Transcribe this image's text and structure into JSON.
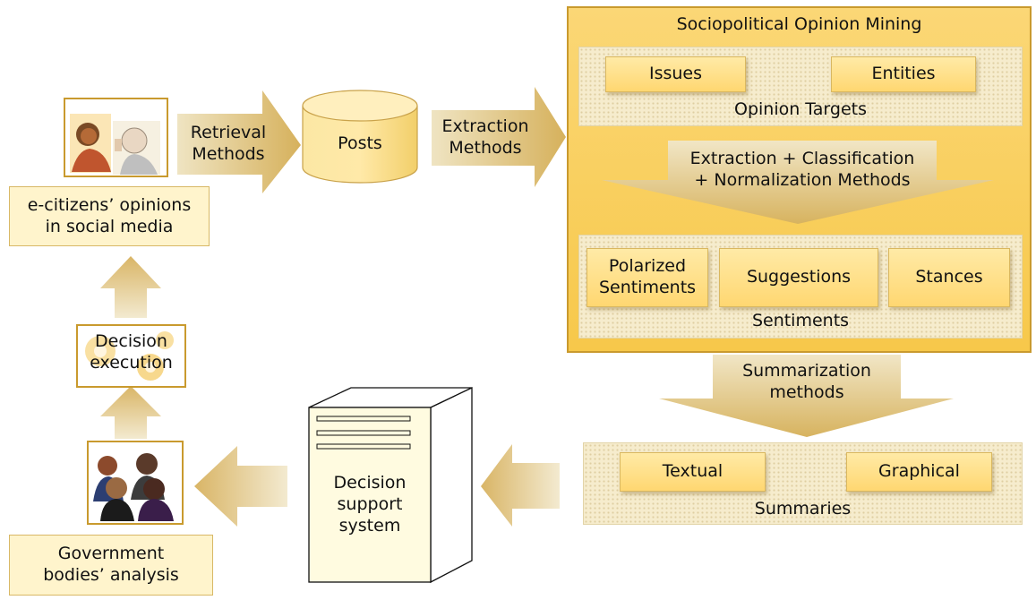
{
  "left": {
    "citizens_label": "e-citizens’ opinions\nin social media",
    "decision_label": "Decision\nexecution",
    "government_label": "Government\nbodies’ analysis"
  },
  "flow": {
    "retrieval_label": "Retrieval\nMethods",
    "posts_label": "Posts",
    "extraction_label": "Extraction\nMethods",
    "summarization_label": "Summarization\nmethods",
    "dss_label": "Decision\nsupport system"
  },
  "mining": {
    "title": "Sociopolitical  Opinion Mining",
    "targets": {
      "label": "Opinion Targets",
      "items": [
        "Issues",
        "Entities"
      ]
    },
    "process_label": "Extraction + Classification\n+ Normalization Methods",
    "sentiments": {
      "label": "Sentiments",
      "items": [
        "Polarized\nSentiments",
        "Suggestions",
        "Stances"
      ]
    }
  },
  "summaries": {
    "label": "Summaries",
    "items": [
      "Textual",
      "Graphical"
    ]
  },
  "colors": {
    "accent": "#f5c542",
    "box_fill": "#fff4cc",
    "panel_fill": "#f6eccd",
    "border": "#c99a2e"
  }
}
